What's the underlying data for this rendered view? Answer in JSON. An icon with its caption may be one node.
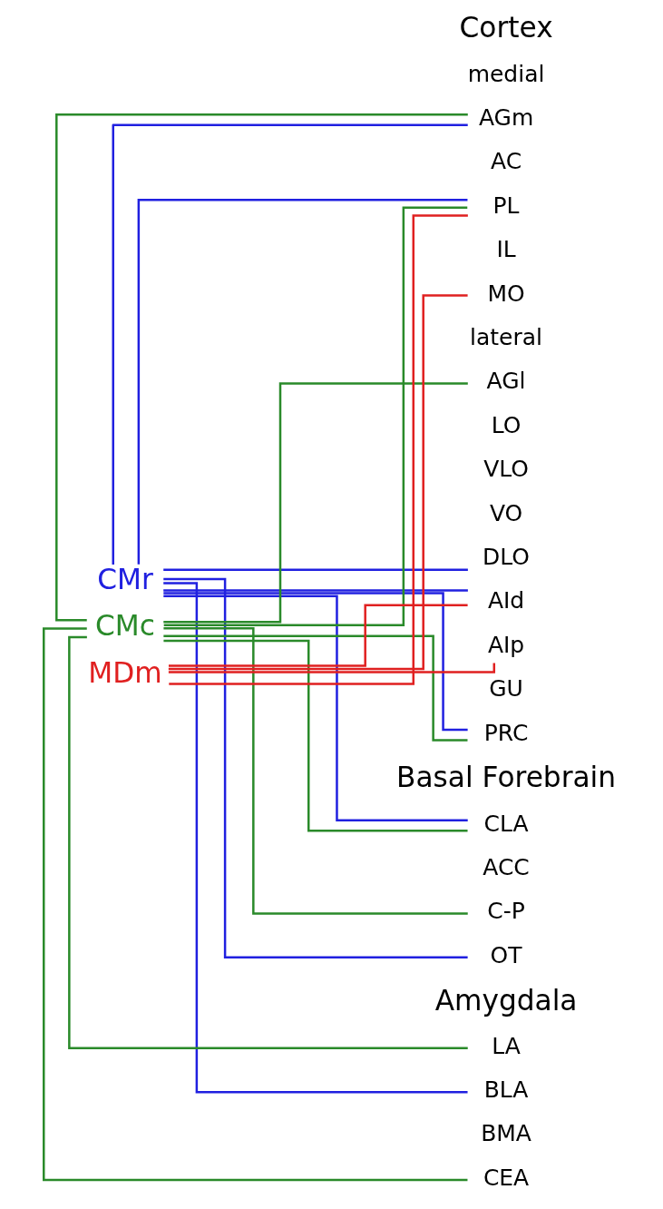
{
  "diagram": {
    "nodes": [
      {
        "text": [
          "CMr"
        ]
      },
      {
        "text": [
          "CMc"
        ]
      },
      {
        "text": [
          "MDm"
        ]
      },
      {
        "text": [
          "AGm"
        ]
      },
      {
        "text": [
          "PL"
        ]
      },
      {
        "text": [
          "MO"
        ]
      },
      {
        "text": [
          "AGl"
        ]
      },
      {
        "text": [
          "DLO"
        ]
      },
      {
        "text": [
          "AId"
        ]
      },
      {
        "text": [
          "AIp"
        ]
      },
      {
        "text": [
          "PRC"
        ]
      },
      {
        "text": [
          "CLA"
        ]
      },
      {
        "text": [
          "C-P"
        ]
      },
      {
        "text": [
          "OT"
        ]
      },
      {
        "text": [
          "LA"
        ]
      },
      {
        "text": [
          "BLA"
        ]
      },
      {
        "text": [
          "CEA"
        ]
      }
    ],
    "edges": [
      {
        "from": 0,
        "to": 3,
        "arrow": "none",
        "color": "#2020e0"
      },
      {
        "from": 0,
        "to": 4,
        "arrow": "none",
        "color": "#2020e0"
      },
      {
        "from": 0,
        "to": 7,
        "arrow": "none",
        "color": "#2020e0"
      },
      {
        "from": 0,
        "to": 8,
        "arrow": "none",
        "color": "#2020e0"
      },
      {
        "from": 0,
        "to": 10,
        "arrow": "none",
        "color": "#2020e0"
      },
      {
        "from": 0,
        "to": 11,
        "arrow": "none",
        "color": "#2020e0"
      },
      {
        "from": 0,
        "to": 13,
        "arrow": "none",
        "color": "#2020e0"
      },
      {
        "from": 0,
        "to": 15,
        "arrow": "none",
        "color": "#2020e0"
      },
      {
        "from": 1,
        "to": 3,
        "arrow": "none",
        "color": "#2a8a2a"
      },
      {
        "from": 1,
        "to": 4,
        "arrow": "none",
        "color": "#2a8a2a"
      },
      {
        "from": 1,
        "to": 6,
        "arrow": "none",
        "color": "#2a8a2a"
      },
      {
        "from": 1,
        "to": 10,
        "arrow": "none",
        "color": "#2a8a2a"
      },
      {
        "from": 1,
        "to": 11,
        "arrow": "none",
        "color": "#2a8a2a"
      },
      {
        "from": 1,
        "to": 12,
        "arrow": "none",
        "color": "#2a8a2a"
      },
      {
        "from": 1,
        "to": 14,
        "arrow": "none",
        "color": "#2a8a2a"
      },
      {
        "from": 1,
        "to": 16,
        "arrow": "none",
        "color": "#2a8a2a"
      },
      {
        "from": 2,
        "to": 4,
        "arrow": "none",
        "color": "#e02020"
      },
      {
        "from": 2,
        "to": 5,
        "arrow": "none",
        "color": "#e02020"
      },
      {
        "from": 2,
        "to": 8,
        "arrow": "none",
        "color": "#e02020"
      },
      {
        "from": 2,
        "to": 9,
        "arrow": "none",
        "color": "#e02020"
      }
    ],
    "labels": [
      "Cortex",
      "medial",
      "AC",
      "IL",
      "lateral",
      "LO",
      "VLO",
      "VO",
      "GU",
      "Basal Forebrain",
      "ACC",
      "Amygdala",
      "BMA"
    ]
  }
}
